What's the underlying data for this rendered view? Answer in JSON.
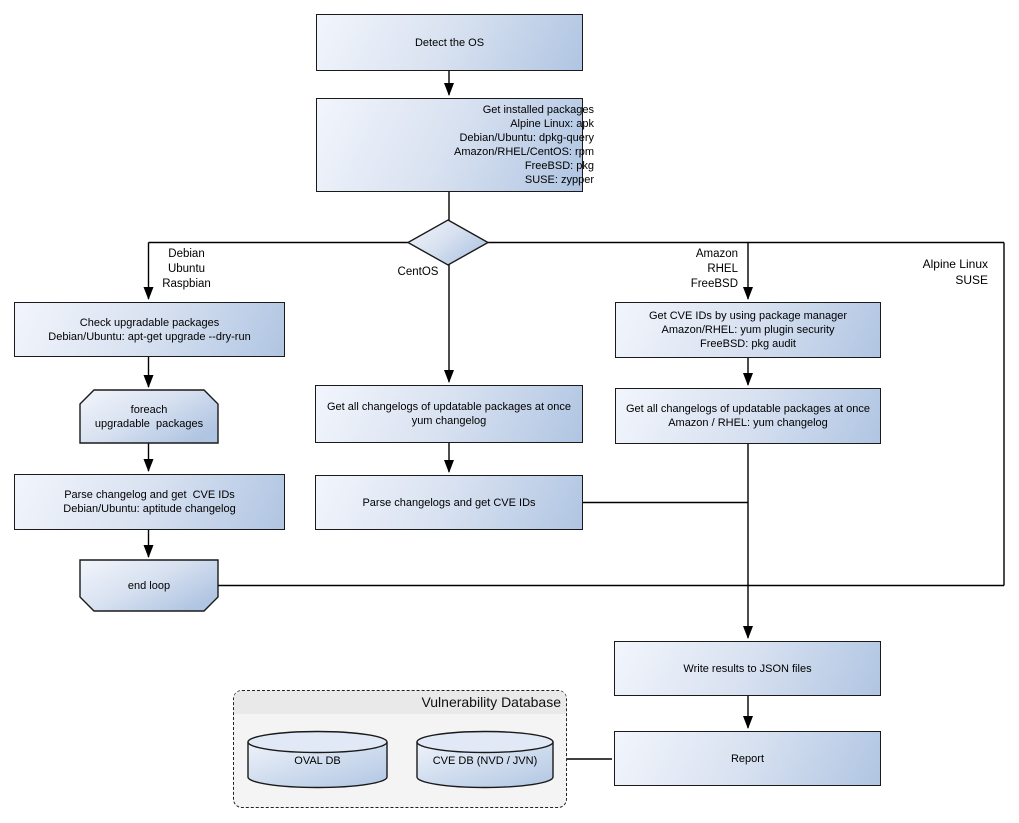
{
  "diagram": {
    "nodes": {
      "detect_os": "Detect the OS",
      "get_installed_packages": "Get installed packages\nAlpine Linux: apk\nDebian/Ubuntu: dpkg-query\nAmazon/RHEL/CentOS: rpm\nFreeBSD: pkg\nSUSE: zypper",
      "check_upgradable": "Check upgradable packages\nDebian/Ubuntu: apt-get upgrade --dry-run",
      "foreach_loop": "foreach\nupgradable  packages",
      "parse_changelog_debian": "Parse changelog and get  CVE IDs\nDebian/Ubuntu: aptitude changelog",
      "end_loop": "end loop",
      "get_changelogs_centos": "Get all changelogs of updatable packages at once\nyum changelog",
      "parse_changelogs_centos": "Parse changelogs and get CVE IDs",
      "get_cve_ids_package_manager": "Get CVE IDs by using package manager\nAmazon/RHEL: yum plugin security\nFreeBSD: pkg audit",
      "get_changelogs_amazon_rhel": "Get all changelogs of updatable packages at once\nAmazon / RHEL: yum changelog",
      "write_results_json": "Write results to JSON files",
      "report": "Report"
    },
    "branch_labels": {
      "debian": "Debian\nUbuntu\nRaspbian",
      "centos": "CentOS",
      "amazon": "Amazon\nRHEL\nFreeBSD",
      "alpine": "Alpine Linux\nSUSE"
    },
    "database_group": {
      "title": "Vulnerability Database",
      "cylinders": [
        {
          "label": "OVAL DB"
        },
        {
          "label": "CVE DB (NVD / JVN)"
        }
      ]
    },
    "colors": {
      "node_fill_light": "#f2f5fc",
      "node_fill_dark": "#b0c5e2",
      "node_border": "#1a1a1a",
      "connector": "#000000",
      "group_fill": "#f4f4f4",
      "group_header_fill": "#e9e9e9",
      "group_border": "#222222"
    }
  }
}
